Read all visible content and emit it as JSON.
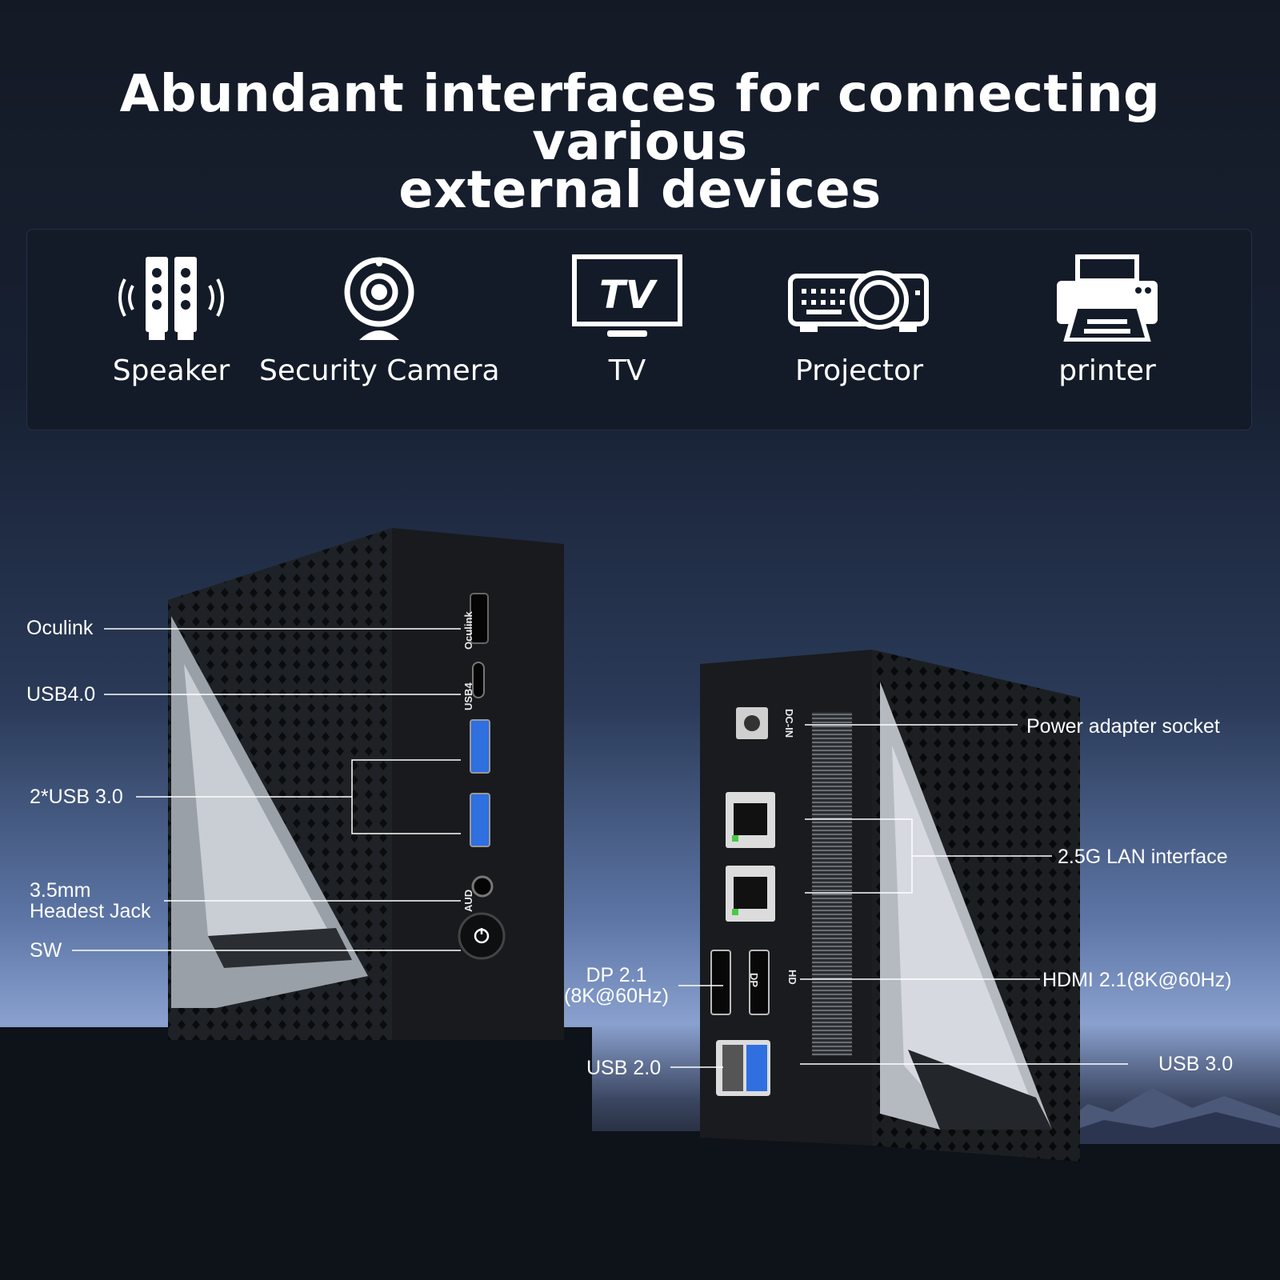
{
  "headline": {
    "line1": "Abundant interfaces for connecting various",
    "line2": "external devices"
  },
  "devices": [
    {
      "label": "Speaker",
      "icon": "speaker-icon"
    },
    {
      "label": "Security Camera",
      "icon": "webcam-icon"
    },
    {
      "label": "TV",
      "icon": "tv-icon",
      "icon_text": "TV"
    },
    {
      "label": "Projector",
      "icon": "projector-icon"
    },
    {
      "label": "printer",
      "icon": "printer-icon"
    }
  ],
  "front_ports": {
    "oculink": "Oculink",
    "usb4": "USB4.0",
    "usb3": "2*USB 3.0",
    "jack_line1": "3.5mm",
    "jack_line2": "Headest Jack",
    "sw": "SW"
  },
  "front_port_marks": {
    "oculink": "Oculink",
    "usb4": "USB4",
    "aud": "AUD"
  },
  "rear_ports": {
    "power": "Power adapter socket",
    "lan": "2.5G LAN interface",
    "hdmi": "HDMI 2.1(8K@60Hz)",
    "usb3": "USB 3.0",
    "dp_line1": "DP 2.1",
    "dp_line2": "(8K@60Hz)",
    "usb2": "USB 2.0"
  },
  "rear_port_marks": {
    "dcin": "DC-IN",
    "dp": "DP",
    "hd": "HD"
  },
  "colors": {
    "usb3_blue": "#2f6fe0",
    "panel_bg": "#141b28"
  }
}
